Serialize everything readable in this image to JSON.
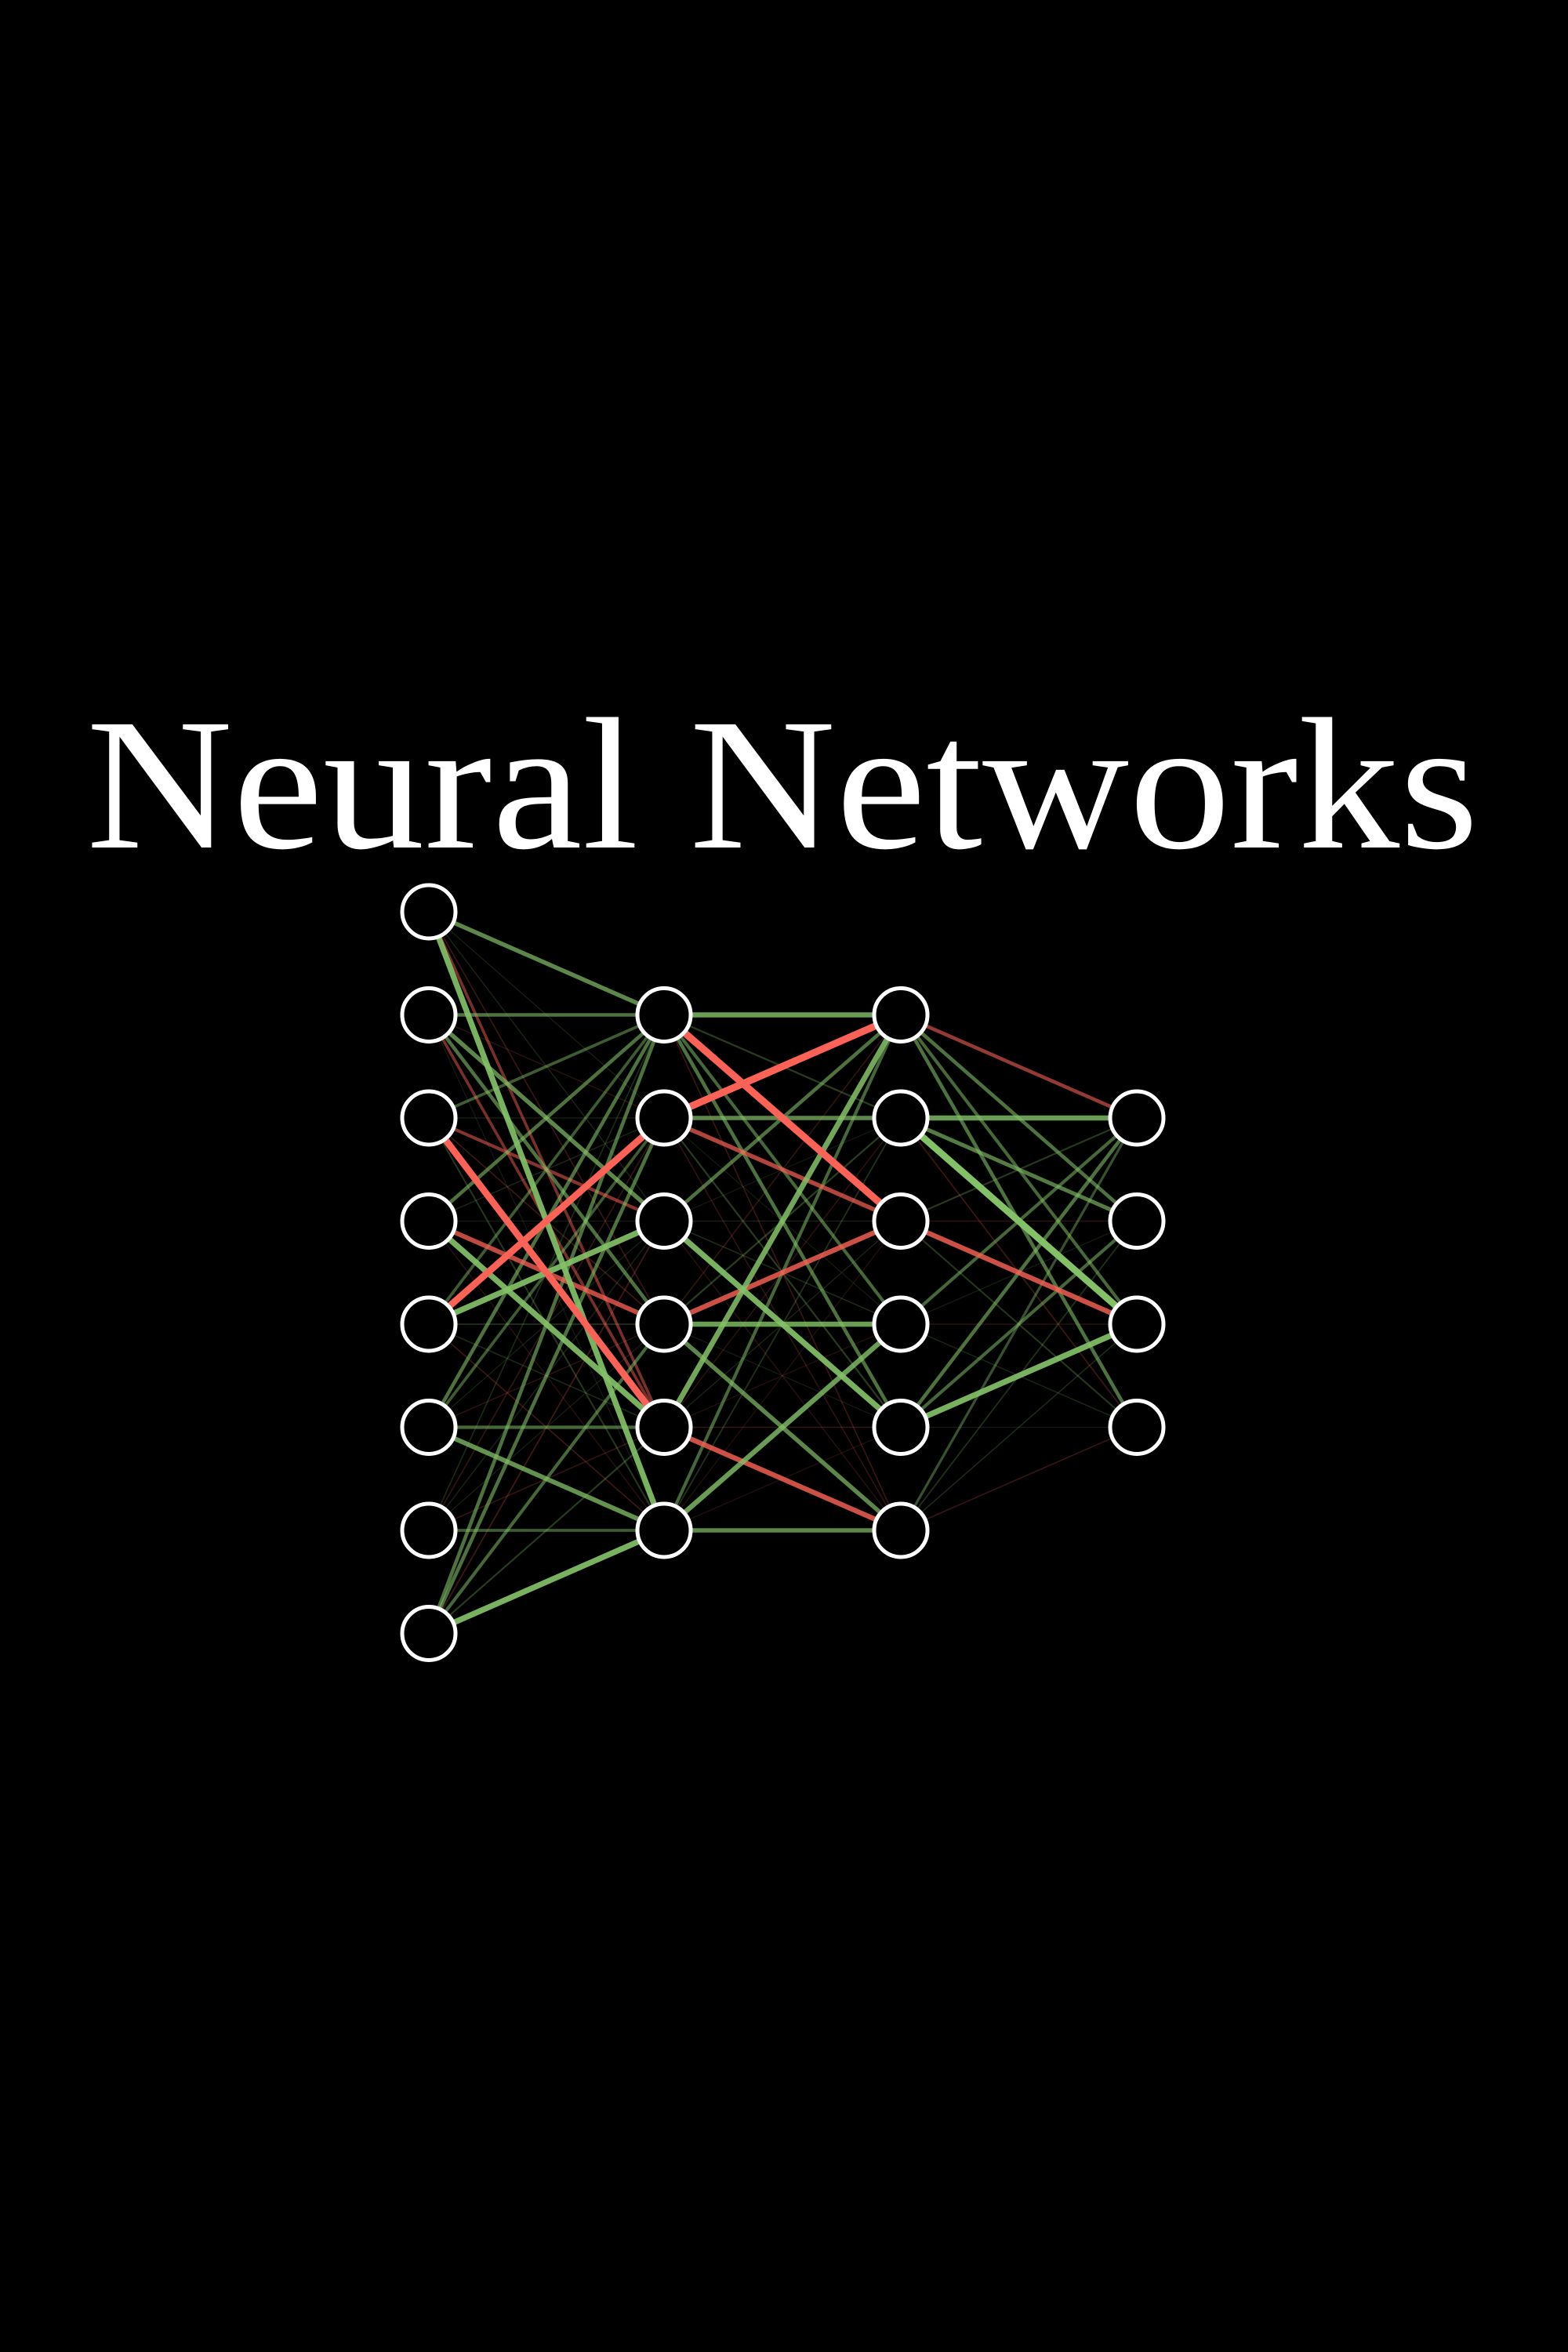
{
  "title": "Neural Networks",
  "colors": {
    "background": "#000000",
    "node_stroke": "#ffffff",
    "positive": "#83c167",
    "negative": "#fc6255"
  },
  "network": {
    "layer_sizes": [
      8,
      6,
      6,
      4
    ],
    "strong_edges": [
      [
        {
          "from": 0,
          "to": 5,
          "w": 0.7
        },
        {
          "from": 0,
          "to": 0,
          "w": 0.5
        },
        {
          "from": 0,
          "to": 4,
          "w": -0.3
        },
        {
          "from": 1,
          "to": 0,
          "w": 0.4
        },
        {
          "from": 1,
          "to": 2,
          "w": 0.5
        },
        {
          "from": 1,
          "to": 3,
          "w": 0.4
        },
        {
          "from": 1,
          "to": 4,
          "w": -0.3
        },
        {
          "from": 2,
          "to": 4,
          "w": -0.85
        },
        {
          "from": 2,
          "to": 2,
          "w": -0.35
        },
        {
          "from": 2,
          "to": 0,
          "w": 0.3
        },
        {
          "from": 3,
          "to": 4,
          "w": 0.7
        },
        {
          "from": 3,
          "to": 3,
          "w": -0.55
        },
        {
          "from": 3,
          "to": 0,
          "w": 0.4
        },
        {
          "from": 4,
          "to": 1,
          "w": -0.85
        },
        {
          "from": 4,
          "to": 2,
          "w": 0.7
        },
        {
          "from": 4,
          "to": 0,
          "w": 0.3
        },
        {
          "from": 5,
          "to": 5,
          "w": 0.55
        },
        {
          "from": 5,
          "to": 0,
          "w": 0.4
        },
        {
          "from": 5,
          "to": 4,
          "w": 0.35
        },
        {
          "from": 5,
          "to": 1,
          "w": 0.3
        },
        {
          "from": 6,
          "to": 5,
          "w": 0.3
        },
        {
          "from": 7,
          "to": 5,
          "w": 0.7
        },
        {
          "from": 7,
          "to": 0,
          "w": 0.4
        },
        {
          "from": 7,
          "to": 1,
          "w": 0.4
        },
        {
          "from": 7,
          "to": 3,
          "w": 0.35
        }
      ],
      [
        {
          "from": 0,
          "to": 0,
          "w": 0.6
        },
        {
          "from": 0,
          "to": 2,
          "w": -0.9
        },
        {
          "from": 0,
          "to": 4,
          "w": 0.4
        },
        {
          "from": 0,
          "to": 3,
          "w": 0.35
        },
        {
          "from": 1,
          "to": 0,
          "w": -0.9
        },
        {
          "from": 1,
          "to": 1,
          "w": 0.5
        },
        {
          "from": 1,
          "to": 2,
          "w": -0.5
        },
        {
          "from": 2,
          "to": 4,
          "w": 0.7
        },
        {
          "from": 2,
          "to": 0,
          "w": 0.4
        },
        {
          "from": 3,
          "to": 2,
          "w": -0.6
        },
        {
          "from": 3,
          "to": 3,
          "w": 0.6
        },
        {
          "from": 3,
          "to": 5,
          "w": 0.5
        },
        {
          "from": 4,
          "to": 0,
          "w": 0.65
        },
        {
          "from": 4,
          "to": 5,
          "w": -0.6
        },
        {
          "from": 5,
          "to": 5,
          "w": 0.5
        },
        {
          "from": 5,
          "to": 3,
          "w": 0.6
        },
        {
          "from": 5,
          "to": 0,
          "w": 0.35
        }
      ],
      [
        {
          "from": 0,
          "to": 0,
          "w": -0.4
        },
        {
          "from": 0,
          "to": 1,
          "w": 0.4
        },
        {
          "from": 0,
          "to": 3,
          "w": 0.4
        },
        {
          "from": 0,
          "to": 2,
          "w": 0.35
        },
        {
          "from": 1,
          "to": 0,
          "w": 0.6
        },
        {
          "from": 1,
          "to": 2,
          "w": 0.85
        },
        {
          "from": 1,
          "to": 1,
          "w": 0.45
        },
        {
          "from": 2,
          "to": 2,
          "w": -0.6
        },
        {
          "from": 3,
          "to": 0,
          "w": 0.35
        },
        {
          "from": 4,
          "to": 2,
          "w": 0.7
        },
        {
          "from": 4,
          "to": 0,
          "w": 0.4
        },
        {
          "from": 4,
          "to": 1,
          "w": 0.35
        },
        {
          "from": 5,
          "to": 0,
          "w": 0.25
        }
      ]
    ]
  }
}
